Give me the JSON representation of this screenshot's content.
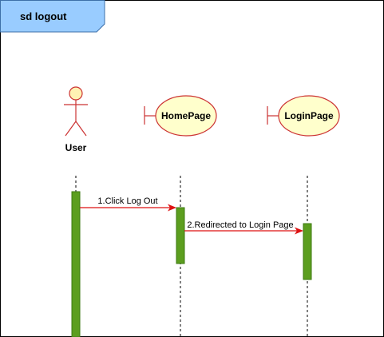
{
  "frame": {
    "title": "sd logout"
  },
  "participants": [
    {
      "id": "user",
      "kind": "actor",
      "label": "User"
    },
    {
      "id": "home",
      "kind": "boundary",
      "label": "HomePage"
    },
    {
      "id": "login",
      "kind": "boundary",
      "label": "LoginPage"
    }
  ],
  "messages": [
    {
      "from": "user",
      "to": "home",
      "label": "1.Click Log Out"
    },
    {
      "from": "home",
      "to": "login",
      "label": "2.Redirected to Login Page"
    }
  ],
  "colors": {
    "frame_header_fill": "#99ccff",
    "frame_header_stroke": "#3d6fa8",
    "border": "#000000",
    "actor_fill": "#fff2b3",
    "actor_stroke": "#cc3333",
    "boundary_fill": "#ffffcc",
    "boundary_stroke": "#cc3333",
    "activation_fill": "#5c9e1f",
    "activation_stroke": "#3d7a12",
    "message_line": "#dd1111"
  }
}
